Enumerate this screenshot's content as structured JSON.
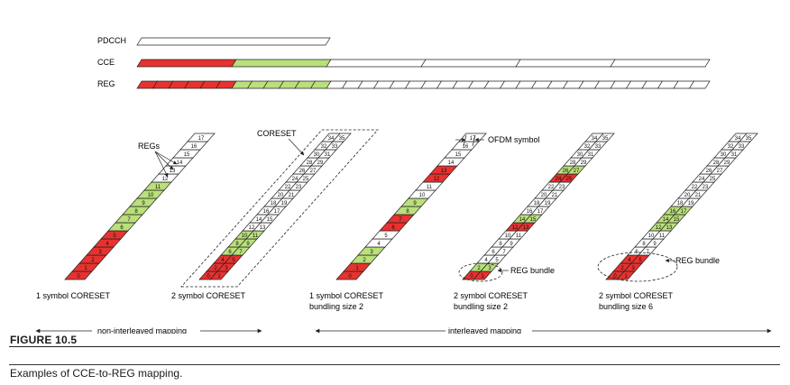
{
  "colors": {
    "red": "#e8322f",
    "green": "#b9e07a",
    "white": "#ffffff",
    "line": "#222222"
  },
  "rows": {
    "pdcch": "PDCCH",
    "cce": "CCE",
    "reg": "REG"
  },
  "annotations": {
    "regs": "REGs",
    "coreset": "CORESET",
    "ofdm_symbol": "OFDM symbol",
    "reg_bundle": "REG bundle"
  },
  "panels": [
    {
      "id": "p1",
      "symbols": 1,
      "bundle": 1,
      "cells": 18,
      "caption1": "1 symbol CORESET",
      "caption2": ""
    },
    {
      "id": "p2",
      "symbols": 2,
      "bundle": 1,
      "cells": 36,
      "caption1": "2 symbol CORESET",
      "caption2": ""
    },
    {
      "id": "p3",
      "symbols": 1,
      "bundle": 2,
      "cells": 18,
      "caption1": "1 symbol CORESET",
      "caption2": "bundling size 2"
    },
    {
      "id": "p4",
      "symbols": 2,
      "bundle": 2,
      "cells": 36,
      "caption1": "2 symbol CORESET",
      "caption2": "bundling size 2"
    },
    {
      "id": "p5",
      "symbols": 2,
      "bundle": 6,
      "cells": 36,
      "caption1": "2 symbol CORESET",
      "caption2": "bundling size 6"
    }
  ],
  "arrows": {
    "left": "non-interleaved mapping",
    "right": "interleaved mapping"
  },
  "figure": {
    "label": "FIGURE 10.5",
    "caption": "Examples of CCE-to-REG mapping."
  }
}
